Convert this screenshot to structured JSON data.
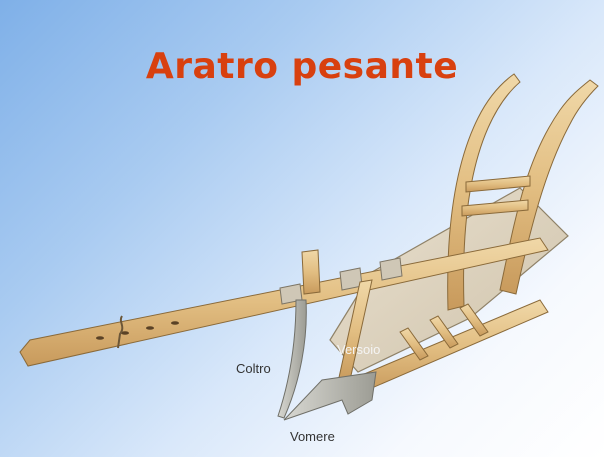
{
  "slide": {
    "title": "Aratro pesante",
    "title_color": "#d8400f",
    "background": "light blue to white gradient"
  },
  "diagram": {
    "subject": "heavy plough (wooden)",
    "labels": {
      "coltro": "Coltro",
      "versoio": "Versoio",
      "vomere": "Vomere"
    }
  }
}
